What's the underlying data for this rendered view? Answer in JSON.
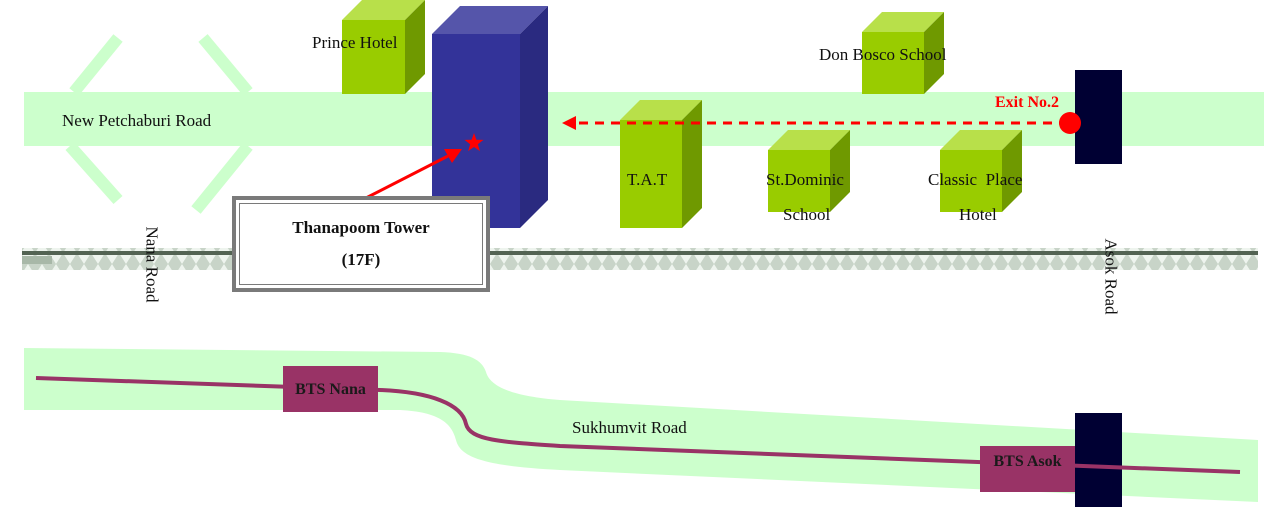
{
  "roads": {
    "new_petchaburi": "New Petchaburi Road",
    "nana": "Nana Road",
    "asok": "Asok Road",
    "sukhumvit": "Sukhumvit Road"
  },
  "buildings": {
    "prince_hotel": "Prince Hotel",
    "don_bosco": "Don Bosco School",
    "tat": "T.A.T",
    "st_dominic_line1": "St.Dominic",
    "st_dominic_line2": "School",
    "classic_place_line1": "Classic  Place",
    "classic_place_line2": "Hotel"
  },
  "exit": {
    "label": "Exit No.2"
  },
  "destination": {
    "name": "Thanapoom Tower",
    "floor": "(17F)"
  },
  "stations": {
    "nana": "BTS Nana",
    "asok": "BTS Asok"
  },
  "colors": {
    "road_green": "#ccffcc",
    "building_green": "#99cc00",
    "tower_blue": "#333399",
    "station_navy": "#000033",
    "station_box": "#993366",
    "bts_line": "#993366",
    "route_red": "#ff0000"
  },
  "icons": {
    "destination_marker": "star-icon",
    "exit_marker": "circle-icon"
  }
}
